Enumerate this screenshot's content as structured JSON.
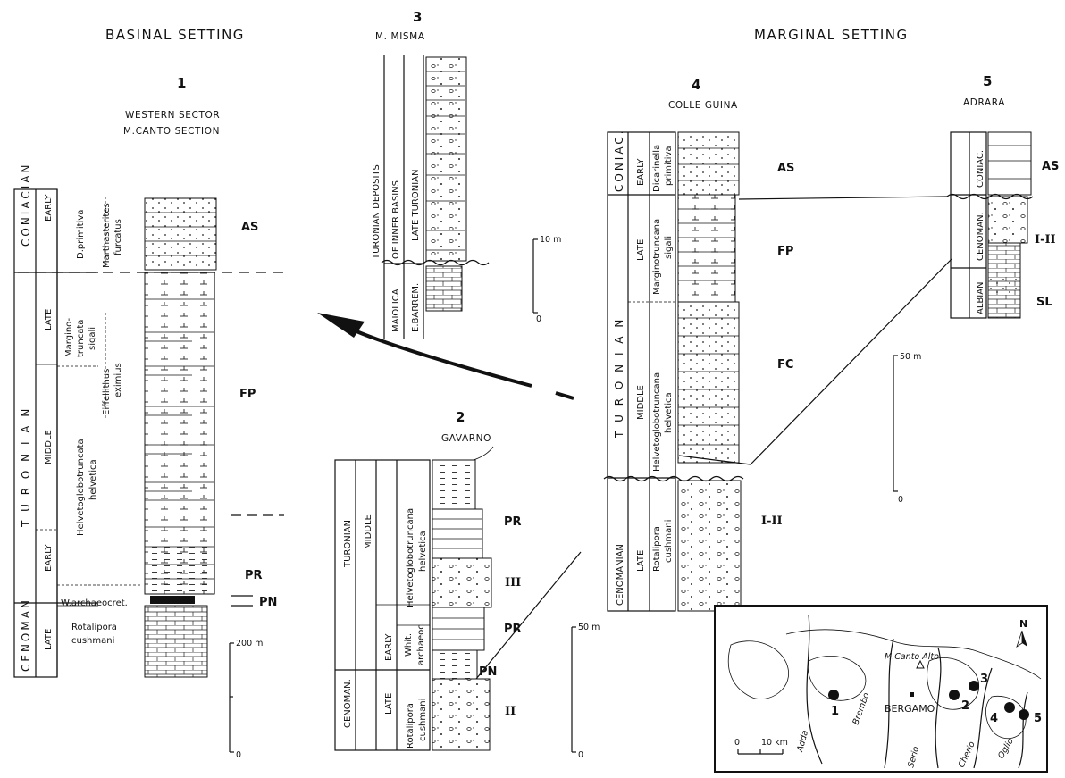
{
  "headers": {
    "basinal": "BASINAL SETTING",
    "marginal": "MARGINAL SETTING"
  },
  "col1": {
    "number": "1",
    "line1": "WESTERN SECTOR",
    "line2": "M.CANTO SECTION",
    "stages": {
      "coniacian": "CONIACIAN",
      "turonian": "T U R O N I A N",
      "cenoman": "CENOMAN"
    },
    "substages": {
      "early_con": "EARLY",
      "late_tur": "LATE",
      "middle_tur": "MIDDLE",
      "early_tur": "EARLY",
      "late_cen": "LATE"
    },
    "zones": {
      "d_primitiva": "D.primitiva",
      "marg1": "Margino-",
      "marg2": "truncata",
      "marg3": "sigali",
      "helv1": "Helvetoglobotruncata",
      "helv2": "helvetica",
      "warch": "W.archaeocret.",
      "rot1": "Rotalipora",
      "rot2": "cushmani"
    },
    "nanno": {
      "march1": "Marthasterites",
      "march2": "furcatus",
      "eif1": "Eiffellithus",
      "eif2": "eximius"
    },
    "facies": {
      "as": "AS",
      "fp": "FP",
      "pr": "PR",
      "pn": "PN"
    },
    "scale": {
      "top": "200 m",
      "bottom": "0"
    }
  },
  "col2": {
    "number": "2",
    "name": "GAVARNO",
    "stages": {
      "turonian": "TURONIAN",
      "cenoman": "CENOMAN."
    },
    "substages": {
      "middle": "MIDDLE",
      "early": "EARLY",
      "late": "LATE"
    },
    "zones": {
      "helv1": "Helvetoglobotruncana",
      "helv2": "helvetica",
      "whit1": "Whit.",
      "whit2": "archaeoc.",
      "rot1": "Rotalipora",
      "rot2": "cushmani"
    },
    "facies": {
      "pr1": "PR",
      "iii": "III",
      "pr2": "PR",
      "pn": "PN",
      "ii": "II"
    },
    "scale": {
      "top": "50 m",
      "bottom": "0"
    }
  },
  "col3": {
    "number": "3",
    "name": "M. MISMA",
    "labels": {
      "tur1": "TURONIAN DEPOSITS",
      "tur2": "OF INNER BASINS",
      "late_tur": "LATE TURONIAN",
      "maiolica": "MAIOLICA",
      "ebarrem": "E.BARREM."
    },
    "scale": {
      "top": "10 m",
      "bottom": "0"
    }
  },
  "col4": {
    "number": "4",
    "name": "COLLE GUINA",
    "stages": {
      "coniac": "CONIAC.",
      "turonian": "T U R O N I A N",
      "cenomanian": "CENOMANIAN"
    },
    "substages": {
      "early": "EARLY",
      "late_tur": "LATE",
      "middle": "MIDDLE",
      "late_cen": "LATE"
    },
    "zones": {
      "dic1": "Dicarinella",
      "dic2": "primitiva",
      "marg1": "Marginotruncana",
      "marg2": "sigali",
      "helv1": "Helvetoglobotruncana",
      "helv2": "helvetica",
      "rot1": "Rotalipora",
      "rot2": "cushmani"
    },
    "facies": {
      "as": "AS",
      "fp": "FP",
      "fc": "FC",
      "i_ii": "I-II"
    }
  },
  "col5": {
    "number": "5",
    "name": "ADRARA",
    "stages": {
      "coniac": "CONIAC.",
      "cenoman": "CENOMAN.",
      "albian": "ALBIAN"
    },
    "facies": {
      "as": "AS",
      "i_ii": "I-II",
      "sl": "SL"
    },
    "scale": {
      "top": "50 m",
      "bottom": "0"
    }
  },
  "map": {
    "north": "N",
    "m_canto": "M.Canto Alto",
    "bergamo": "BERGAMO",
    "rivers": {
      "adda": "Adda",
      "brembo": "Brembo",
      "serio": "Serio",
      "cherio": "Cherio",
      "oglio": "Oglio"
    },
    "sites": [
      "1",
      "2",
      "3",
      "4",
      "5"
    ],
    "scale": {
      "zero": "0",
      "ten": "10 km"
    }
  }
}
